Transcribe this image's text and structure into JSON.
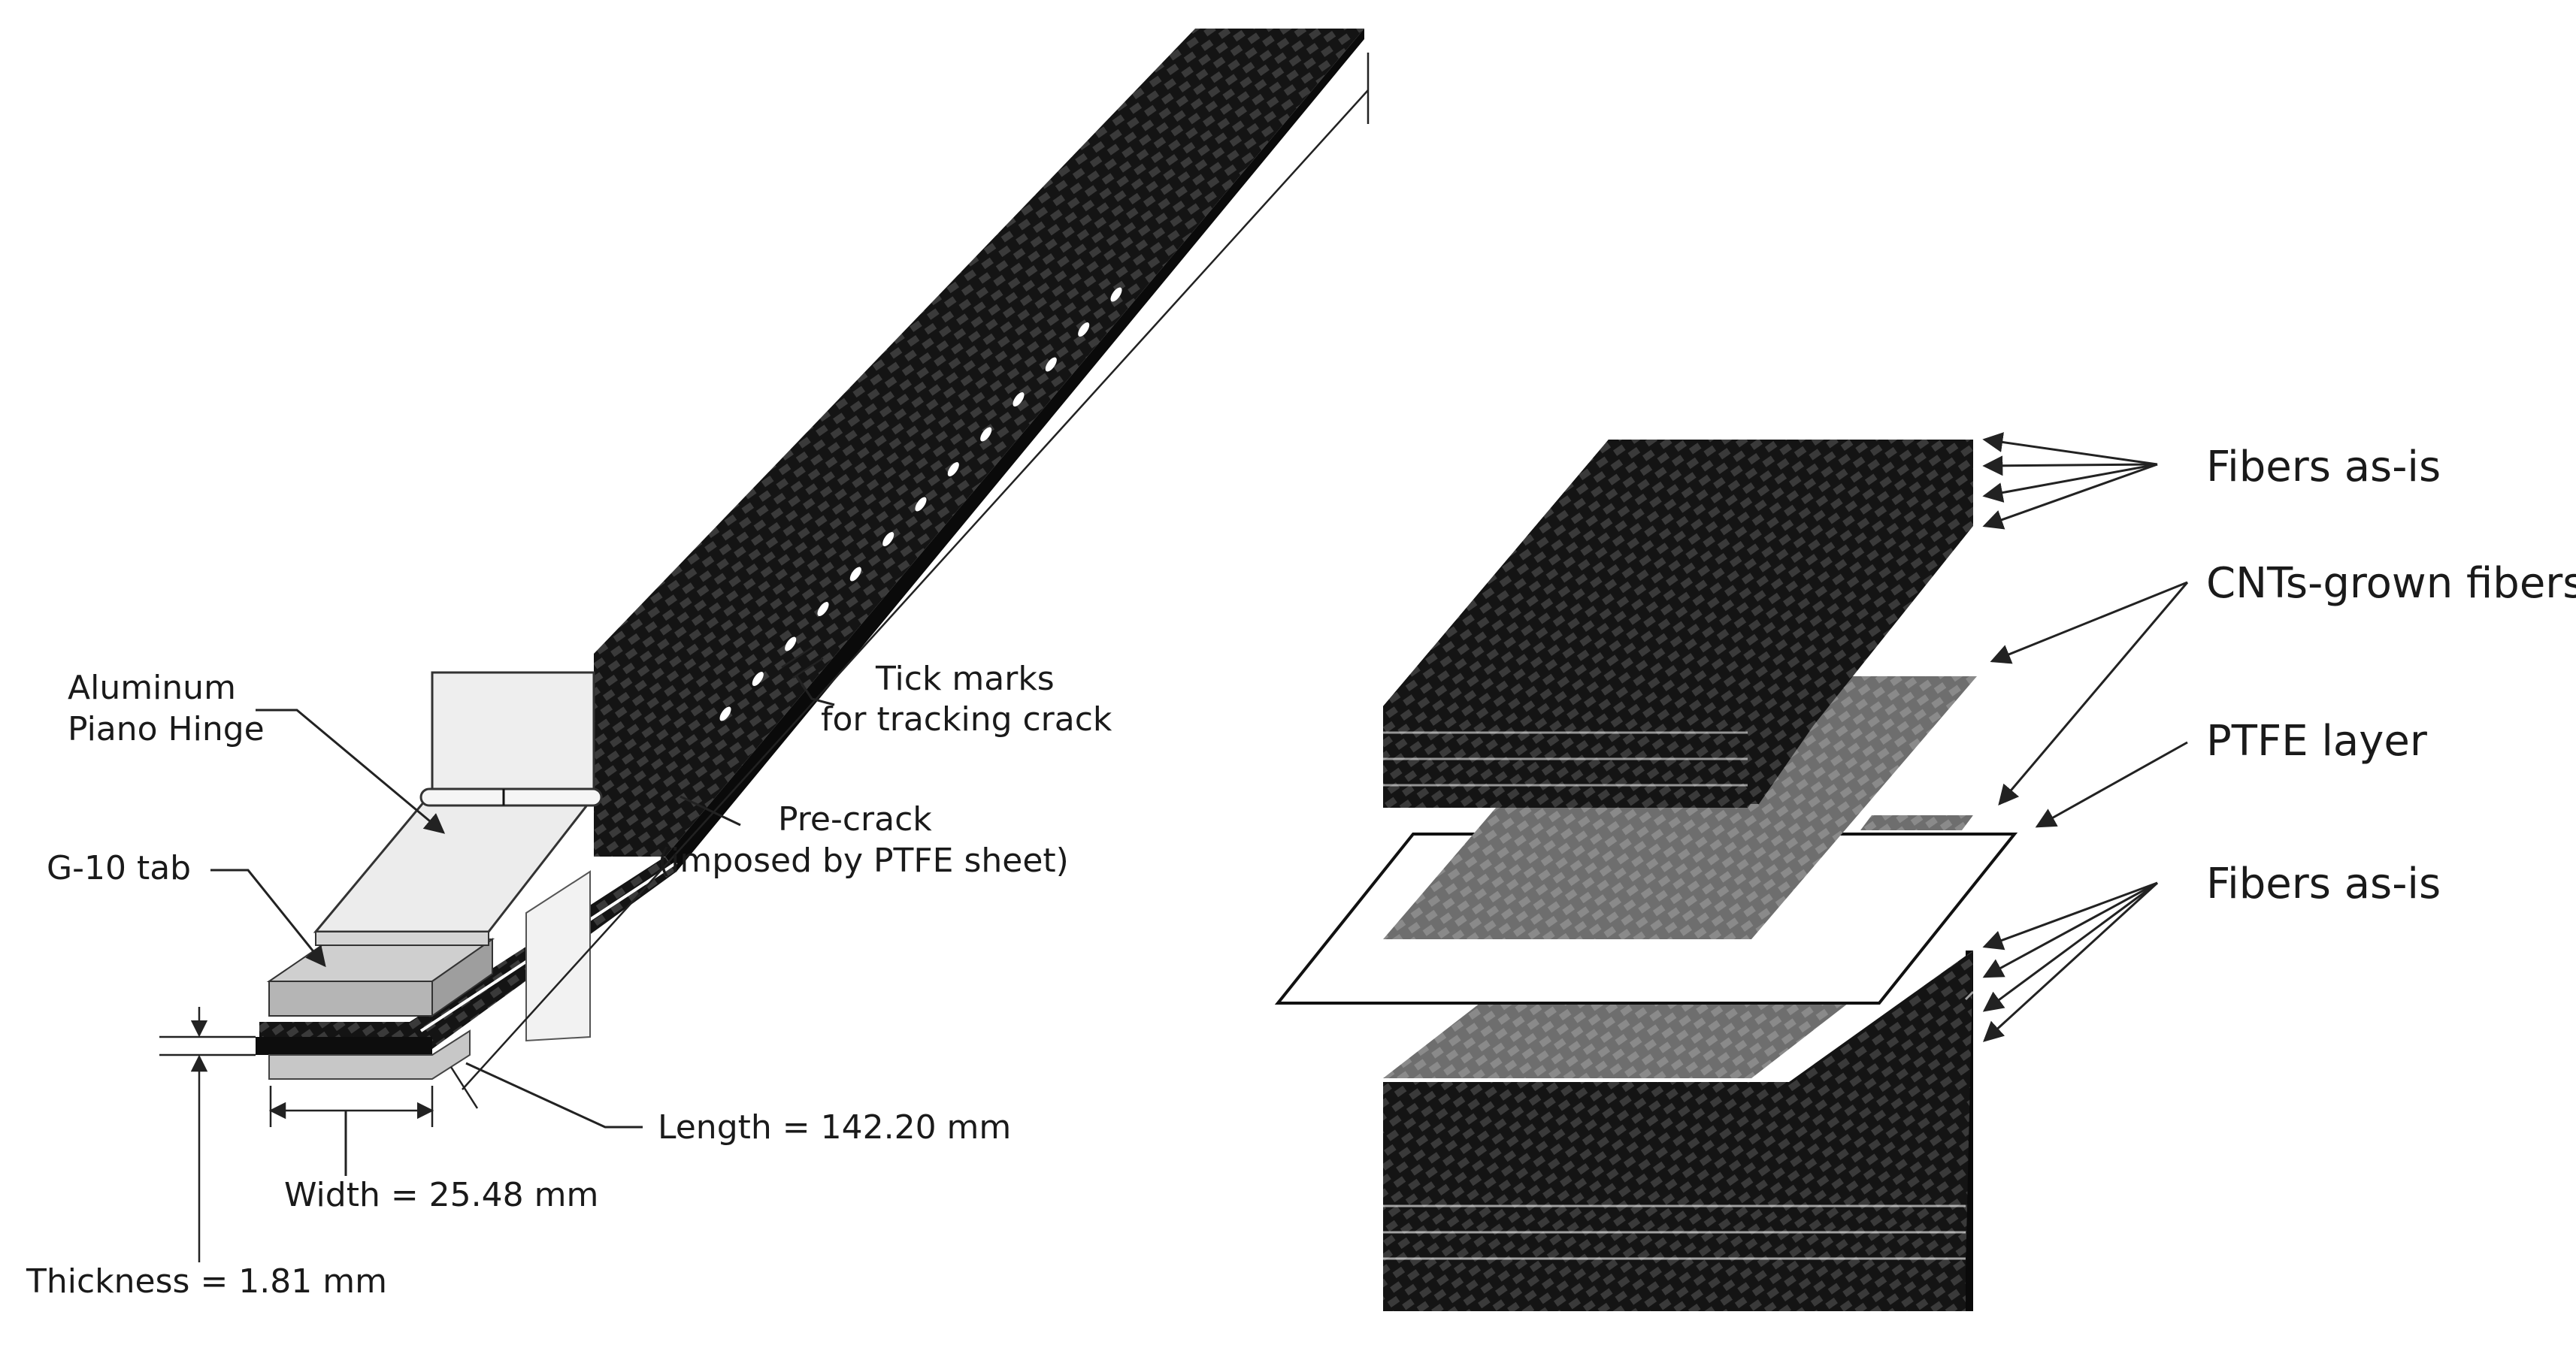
{
  "left_diagram": {
    "labels": {
      "hinge_line1": "Aluminum",
      "hinge_line2": "Piano Hinge",
      "tab": "G-10 tab",
      "tick_line1": "Tick marks",
      "tick_line2": "for tracking crack",
      "precrack_line1": "Pre-crack",
      "precrack_line2": "(imposed by PTFE sheet)",
      "length": "Length = 142.20 mm",
      "width": "Width = 25.48 mm",
      "thickness": "Thickness = 1.81 mm"
    },
    "tick_mark_count": 13
  },
  "right_diagram": {
    "labels": {
      "fibers_top": "Fibers as-is",
      "cnts": "CNTs-grown fibers",
      "ptfe": "PTFE layer",
      "fibers_bottom": "Fibers as-is"
    },
    "top_stack_plies": 4,
    "bottom_stack_plies": 4
  },
  "colors": {
    "carbon_dark": "#141414",
    "carbon_weave": "#3a3a3a",
    "cnt_gray": "#6e6e6e",
    "cnt_weave": "#8a8a8a",
    "aluminum": "#e4e4e4",
    "g10": "#bdbdbd"
  }
}
